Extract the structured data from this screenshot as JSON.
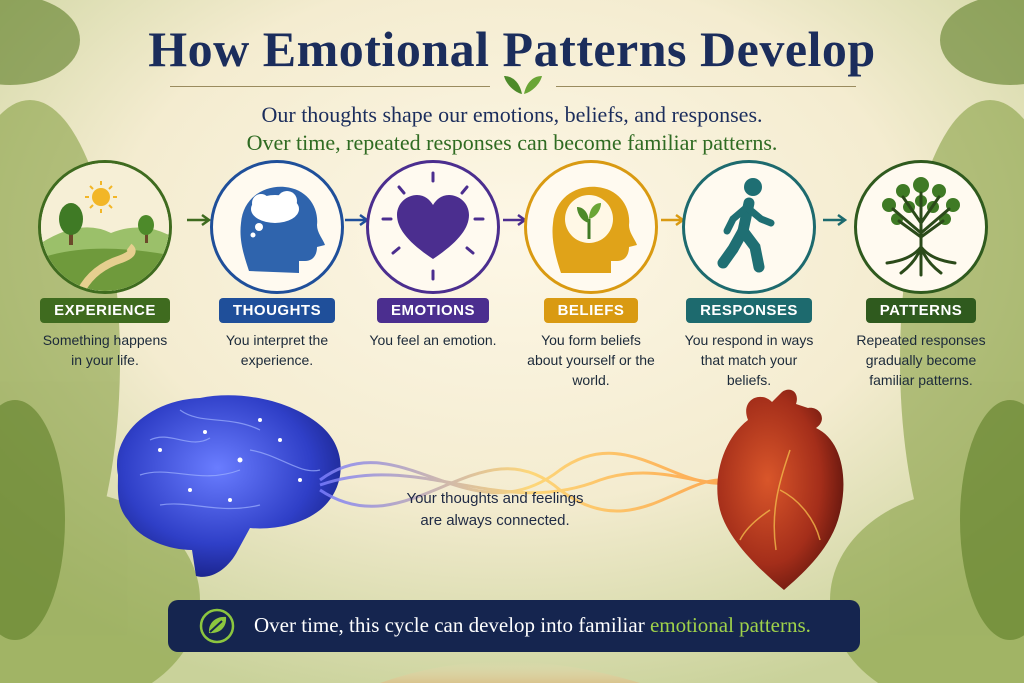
{
  "title": "How Emotional Patterns Develop",
  "subtitle_line1": "Our thoughts shape our emotions, beliefs, and responses.",
  "subtitle_line2": "Over time, repeated responses can become familiar patterns.",
  "steps": [
    {
      "label": "EXPERIENCE",
      "desc": "Something happens in your life.",
      "color": "#3f6b1f",
      "icon": "landscape-icon"
    },
    {
      "label": "THOUGHTS",
      "desc": "You interpret the experience.",
      "color": "#1f4f9a",
      "icon": "head-thought-bubble-icon"
    },
    {
      "label": "EMOTIONS",
      "desc": "You feel an emotion.",
      "color": "#4b2e8f",
      "icon": "heart-icon"
    },
    {
      "label": "BELIEFS",
      "desc": "You form beliefs about yourself or the world.",
      "color": "#d99a12",
      "icon": "head-sprout-icon"
    },
    {
      "label": "RESPONSES",
      "desc": "You respond in ways that match your beliefs.",
      "color": "#1d6a6e",
      "icon": "walking-person-icon"
    },
    {
      "label": "PATTERNS",
      "desc": "Repeated responses gradually become familiar patterns.",
      "color": "#2f5a1e",
      "icon": "tree-icon"
    }
  ],
  "connection_text": "Your thoughts and feelings are always connected.",
  "banner": {
    "text_before": "Over time, this cycle can develop into familiar ",
    "highlight": "emotional patterns.",
    "icon": "leaf-check-icon"
  },
  "colors": {
    "title": "#1b2d5c",
    "banner_bg": "#15254f",
    "highlight": "#9fd24a",
    "subtitle_green": "#2f6b22"
  }
}
